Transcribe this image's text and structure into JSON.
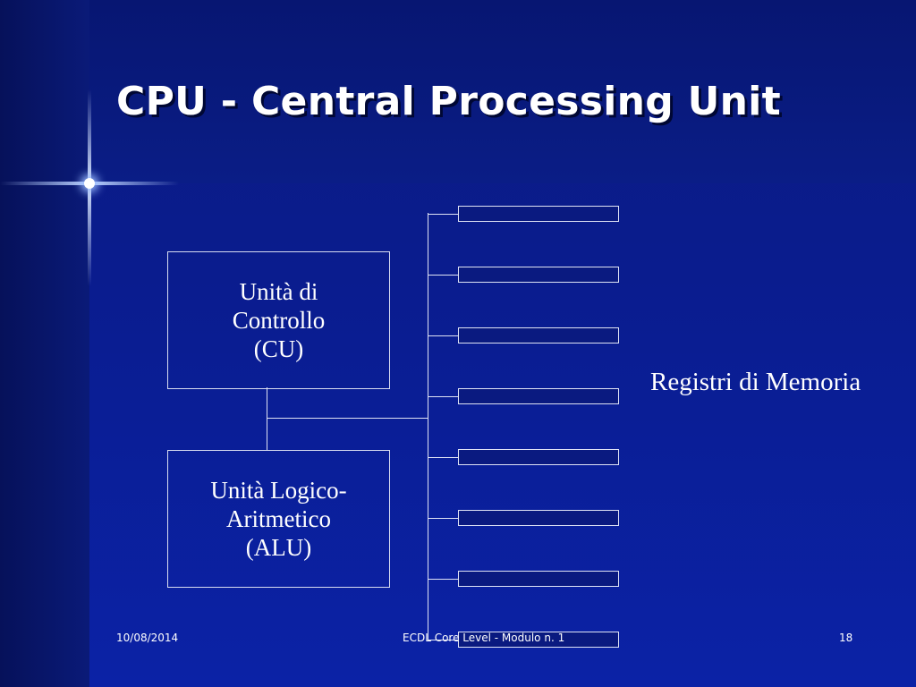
{
  "slide": {
    "title": "CPU - Central Processing Unit",
    "control_unit_label": "Unità di\nControllo\n(CU)",
    "alu_label": "Unità Logico-\nAritmetico\n(ALU)",
    "registers_label": "Registri di Memoria",
    "register_count": 8
  },
  "footer": {
    "date": "10/08/2014",
    "center": "ECDL Core Level - Modulo n. 1",
    "page": "18"
  },
  "colors": {
    "background": "#0a1c8e",
    "text": "#ffffff",
    "lines": "#dfe3f5"
  }
}
